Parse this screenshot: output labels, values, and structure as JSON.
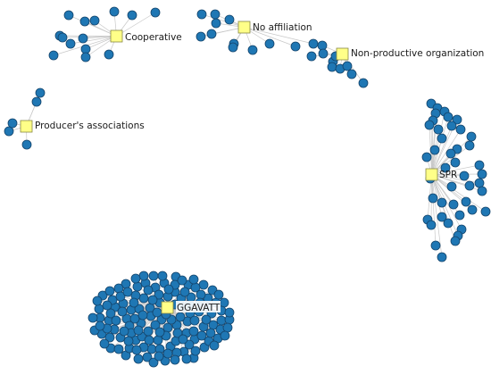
{
  "colors": {
    "background": "#ffffff",
    "member_fill": "#1f77b4",
    "member_stroke": "#14446b",
    "hub_fill": "#ffff88",
    "hub_stroke": "#888844",
    "edge": "#c8c8c8"
  },
  "hubs": [
    {
      "id": "cooperative",
      "label": "Cooperative",
      "members": 14
    },
    {
      "id": "no-affiliation",
      "label": "No affiliation",
      "members": 12
    },
    {
      "id": "non-productive",
      "label": "Non-productive organization",
      "members": 10
    },
    {
      "id": "producers",
      "label": "Producer's associations",
      "members": 5
    },
    {
      "id": "spr",
      "label": "SPR",
      "members": 44
    },
    {
      "id": "ggavatt",
      "label": "GGAVATT",
      "members": 160
    }
  ]
}
